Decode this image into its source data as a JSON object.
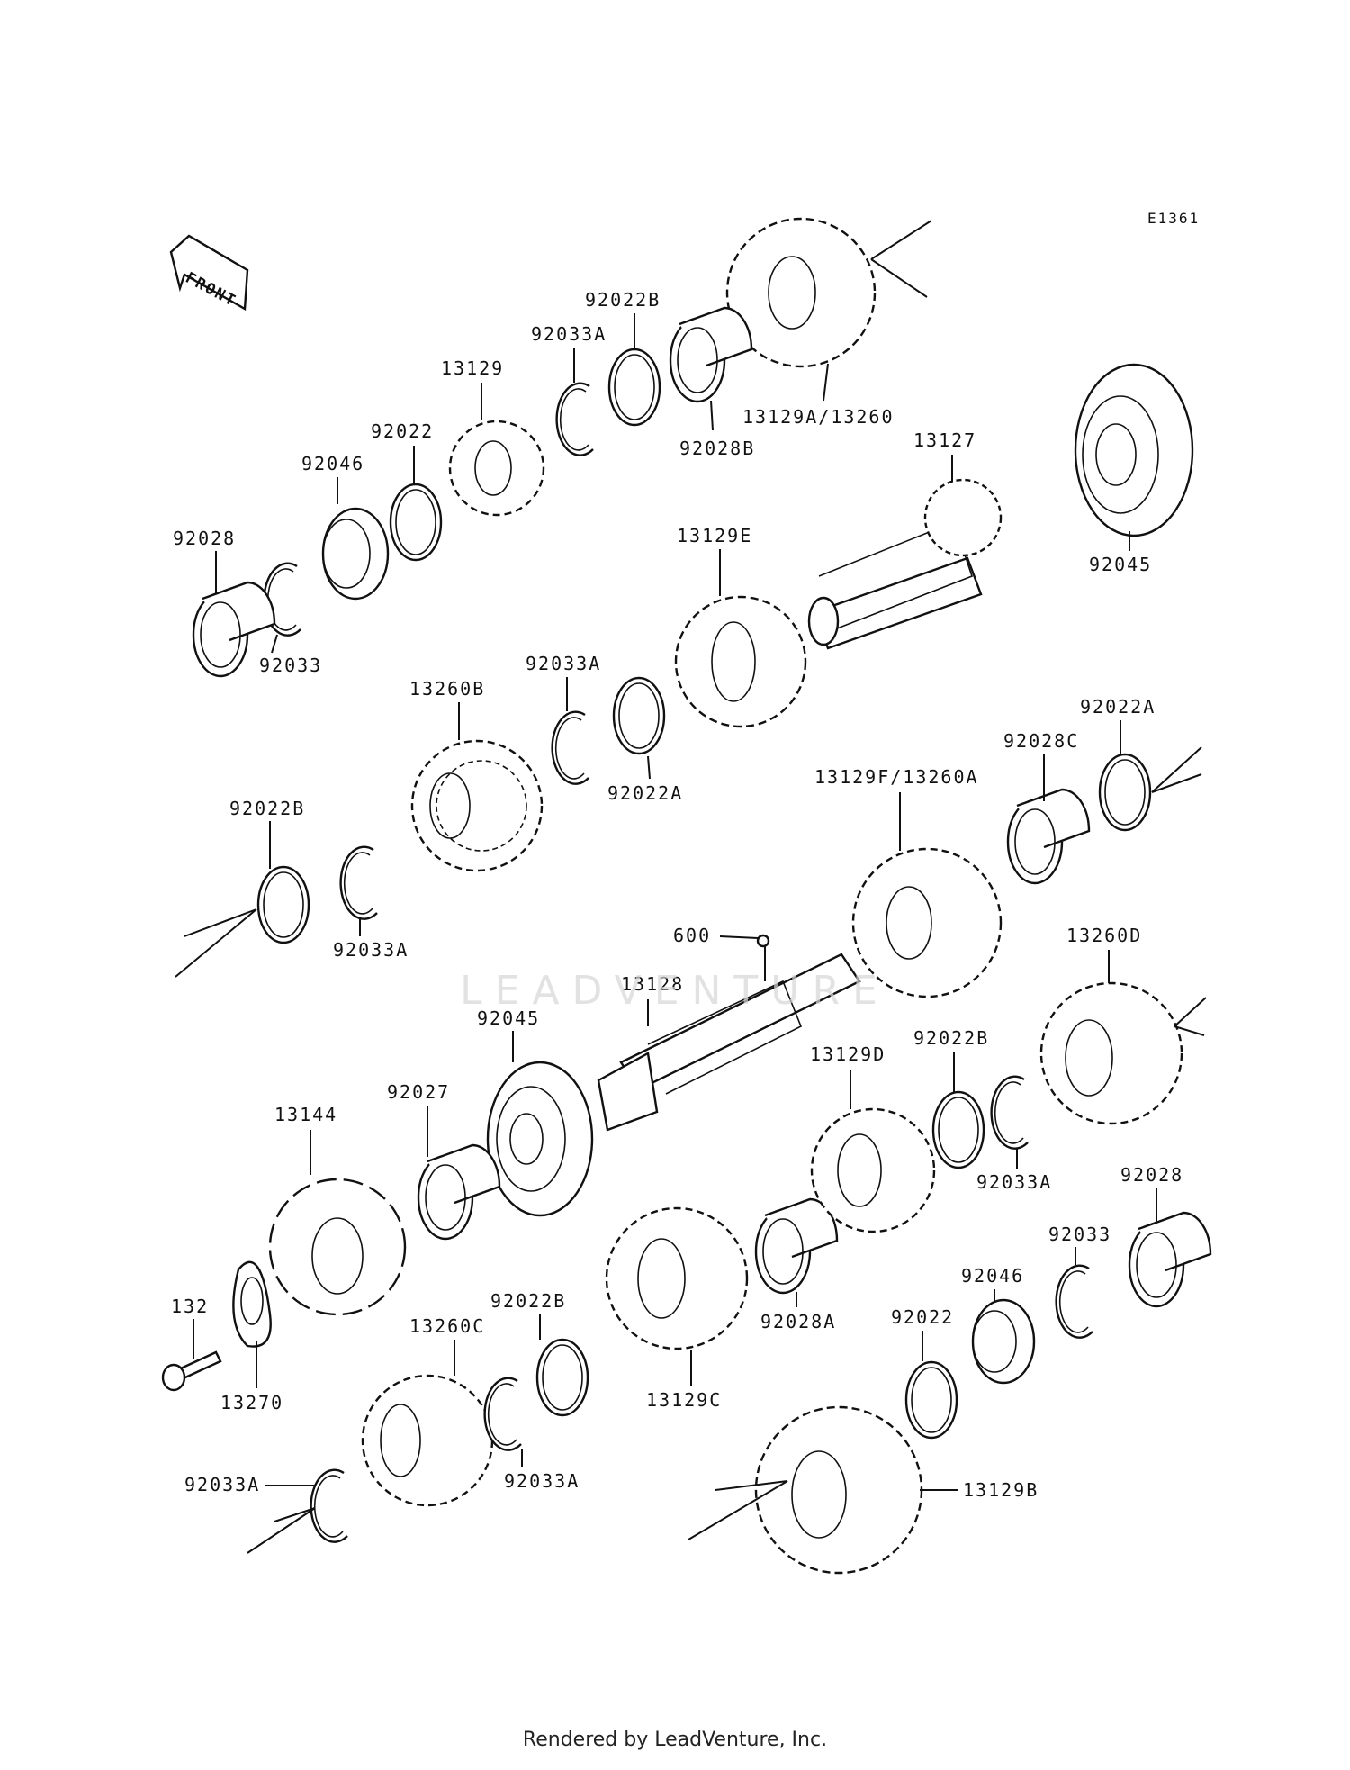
{
  "diagram": {
    "code": "E1361",
    "front_label": "FRONT",
    "footer": "Rendered by LeadVenture, Inc.",
    "watermark": "LEADVENTURE",
    "parts": [
      {
        "id": "13129A/13260"
      },
      {
        "id": "92022B"
      },
      {
        "id": "92033A"
      },
      {
        "id": "92028B"
      },
      {
        "id": "13129"
      },
      {
        "id": "92022"
      },
      {
        "id": "92046"
      },
      {
        "id": "92028"
      },
      {
        "id": "92033"
      },
      {
        "id": "13127"
      },
      {
        "id": "92045"
      },
      {
        "id": "13129E"
      },
      {
        "id": "13260B"
      },
      {
        "id": "92033A"
      },
      {
        "id": "92022A"
      },
      {
        "id": "92028C"
      },
      {
        "id": "92022A"
      },
      {
        "id": "13129F/13260A"
      },
      {
        "id": "92022B"
      },
      {
        "id": "92033A"
      },
      {
        "id": "600"
      },
      {
        "id": "13128"
      },
      {
        "id": "92045"
      },
      {
        "id": "13260D"
      },
      {
        "id": "92022B"
      },
      {
        "id": "13129D"
      },
      {
        "id": "92033A"
      },
      {
        "id": "13144"
      },
      {
        "id": "92027"
      },
      {
        "id": "92028"
      },
      {
        "id": "92033"
      },
      {
        "id": "92046"
      },
      {
        "id": "92028A"
      },
      {
        "id": "92022B"
      },
      {
        "id": "92022"
      },
      {
        "id": "132"
      },
      {
        "id": "13270"
      },
      {
        "id": "13260C"
      },
      {
        "id": "13129C"
      },
      {
        "id": "92033A"
      },
      {
        "id": "92033A"
      },
      {
        "id": "13129B"
      }
    ]
  }
}
